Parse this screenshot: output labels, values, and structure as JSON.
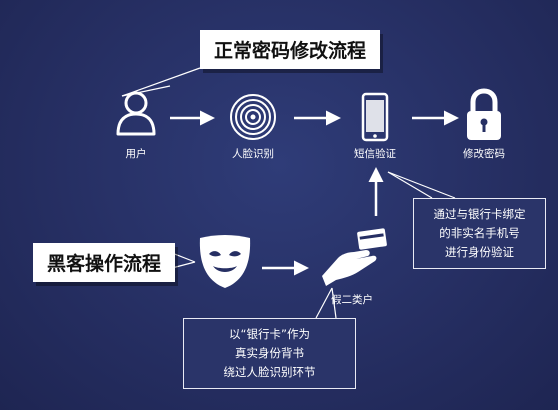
{
  "titles": {
    "normal_flow": "正常密码修改流程",
    "hacker_flow": "黑客操作流程"
  },
  "nodes": {
    "user": "用户",
    "face_recognition": "人脸识别",
    "sms_verification": "短信验证",
    "change_password": "修改密码",
    "fake_user": "假二类户"
  },
  "notes": {
    "bank_card_binding": [
      "通过与银行卡绑定",
      "的非实名手机号",
      "进行身份验证"
    ],
    "bank_card_endorse": [
      "以“银行卡”作为",
      "真实身份背书",
      "绕过人脸识别环节"
    ]
  },
  "colors": {
    "background": "#262f63",
    "foreground": "#ffffff"
  },
  "icons": [
    "user-icon",
    "fingerprint-icon",
    "smartphone-icon",
    "padlock-icon",
    "mask-icon",
    "hand-card-icon"
  ]
}
